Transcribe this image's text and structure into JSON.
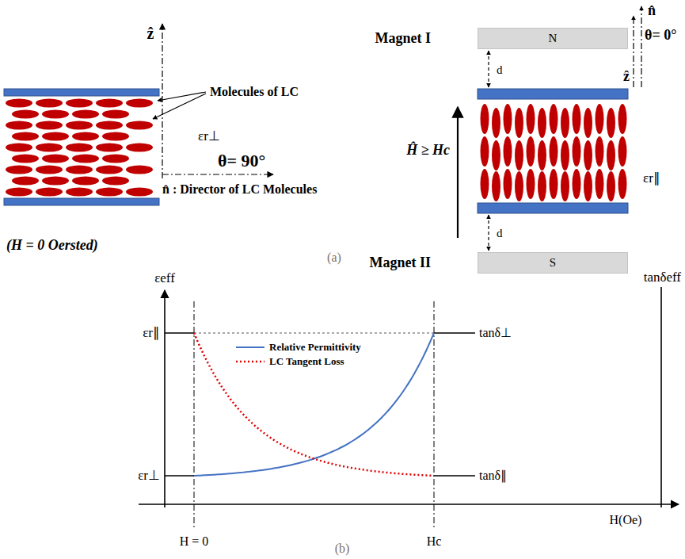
{
  "diagram": {
    "nodes": [
      {
        "text": [
          "Magnet I",
          "N"
        ]
      },
      {
        "text": [
          "Magnet II",
          "S"
        ]
      }
    ],
    "labels": [
      "ẑ",
      "Molecules of LC",
      "εr⊥",
      "θ= 90°",
      "n̂ : Director of LC Molecules",
      "(H = 0 Oersted)",
      "(a)",
      "n̂",
      "θ= 0°",
      "d",
      "ẑ",
      "d",
      "Ĥ ≥ Hc",
      "εr∥",
      "εeff",
      "tanδeff",
      "εr∥",
      "tanδ⊥",
      "εr⊥",
      "tanδ∥",
      "H = 0",
      "Hc",
      "H(Oe)",
      "(b)"
    ],
    "legend": [
      {
        "text": "Relative Permittivity"
      },
      {
        "text": "LC Tangent Loss"
      }
    ]
  }
}
